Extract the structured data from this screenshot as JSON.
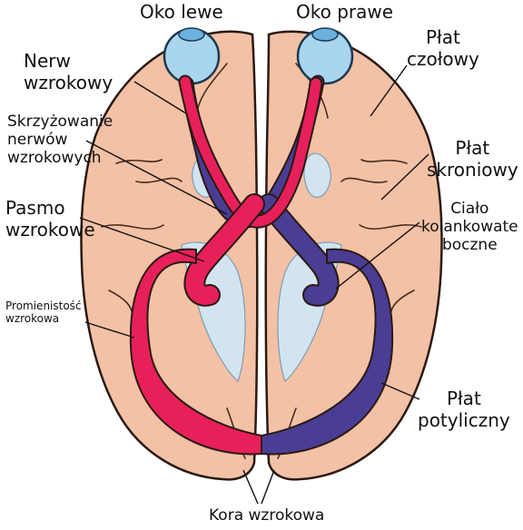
{
  "labels": {
    "left_eye": "Oko lewe",
    "right_eye": "Oko prawe",
    "optic_nerve": [
      "Nerw",
      "wzrokowy"
    ],
    "optic_chiasm": [
      "Skrzyżowanie",
      "nerwów",
      "wzrokowych"
    ],
    "optic_tract": [
      "Pasmo",
      "wzrokowe"
    ],
    "optic_radiation": [
      "Promienistość",
      "wzrokowa"
    ],
    "frontal_lobe": [
      "Płat",
      "czołowy"
    ],
    "temporal_lobe": [
      "Płat",
      "skroniowy"
    ],
    "lgn": [
      "Ciało",
      "kolankowate",
      "boczne"
    ],
    "occipital_lobe": [
      "Płat",
      "potyliczny"
    ],
    "visual_cortex": "Kora wzrokowa"
  },
  "colors": {
    "brain": "#f3c1a6",
    "brain_outline": "#2b1a12",
    "ventricle": "#d3e4f1",
    "eye": "#a9d5ef",
    "left_pathway": "#e8205a",
    "right_pathway": "#4a3d94"
  }
}
